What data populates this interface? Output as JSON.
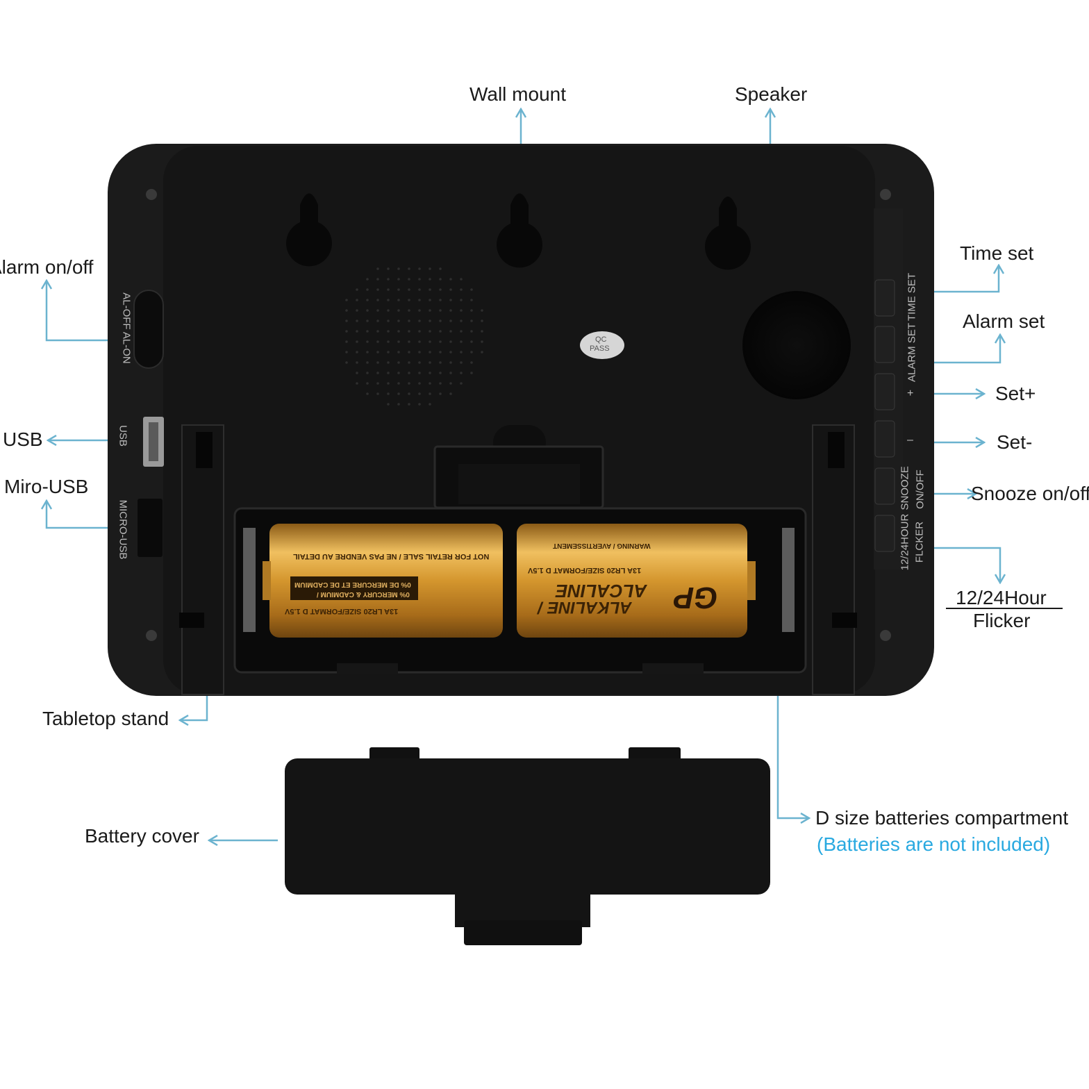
{
  "labels": {
    "wall_mount": "Wall mount",
    "speaker": "Speaker",
    "alarm_onoff": "Alarm on/off",
    "usb": "USB",
    "micro_usb": "Miro-USB",
    "tabletop_stand": "Tabletop stand",
    "battery_cover": "Battery cover",
    "time_set": "Time set",
    "alarm_set": "Alarm set",
    "set_plus": "Set+",
    "set_minus": "Set-",
    "snooze": "Snooze on/off",
    "hour_line1": "12/24Hour",
    "hour_line2": "Flicker",
    "batteries_line1": "D size batteries compartment",
    "batteries_line2": "(Batteries are not included)"
  },
  "device_text": {
    "al_switch": "AL-OFF  AL-ON",
    "usb": "USB",
    "micro_usb": "MICRO-USB",
    "qc": "QC",
    "pass": "PASS",
    "time_set_btn": "TIME SET",
    "alarm_set_btn": "ALARM SET",
    "plus": "+",
    "minus": "–",
    "snooze": "SNOOZE",
    "onoff": "ON/OFF",
    "hour": "12/24HOUR",
    "flicker": "FLCKER"
  },
  "battery_text": {
    "left_a": "NOT FOR RETAIL SALE / NE PAS VENDRE AU DETAIL",
    "left_b": "0% DE MERCURE ET DE CADMIUM",
    "left_c": "0% MERCURY & CADMIUM /",
    "left_d": "13A  LR20  SIZE/FORMAT D 1.5V",
    "right_a": "WARNING / AVERTISSEMENT",
    "right_b": "13A  LR20  SIZE/FORMAT D 1.5V",
    "right_c": "ALCALINE",
    "right_d": "ALKALINE /",
    "right_e": "GP"
  },
  "colors": {
    "arrow": "#6bb3cf",
    "device": "#161616",
    "battery_gold": "#c98a2c",
    "note_blue": "#29a9e0"
  }
}
